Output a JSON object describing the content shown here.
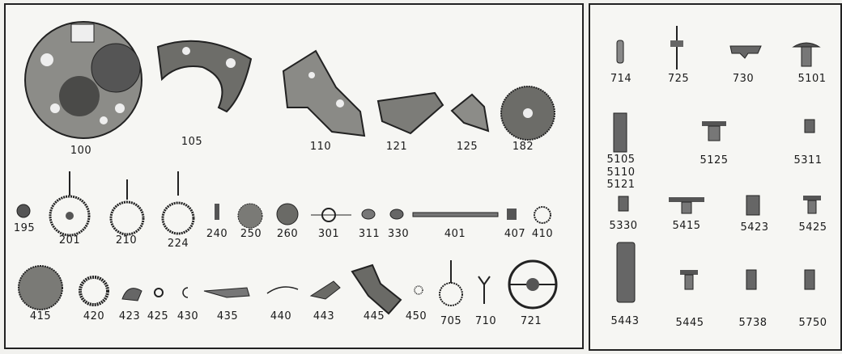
{
  "left_panel": {
    "labels": [
      "100",
      "105",
      "110",
      "121",
      "125",
      "182",
      "195",
      "201",
      "210",
      "224",
      "240",
      "250",
      "260",
      "301",
      "311",
      "330",
      "401",
      "407",
      "410",
      "415",
      "420",
      "423",
      "425",
      "430",
      "435",
      "440",
      "443",
      "445",
      "450",
      "705",
      "710",
      "721"
    ]
  },
  "right_panel": {
    "labels": [
      "714",
      "725",
      "730",
      "5101",
      "5105",
      "5110",
      "5121",
      "5125",
      "5311",
      "5330",
      "5415",
      "5423",
      "5425",
      "5443",
      "5445",
      "5738",
      "5750"
    ]
  },
  "colors": {
    "ink": "#1a1a1a",
    "metal": "#7a7a76",
    "paper": "#f6f6f3"
  }
}
